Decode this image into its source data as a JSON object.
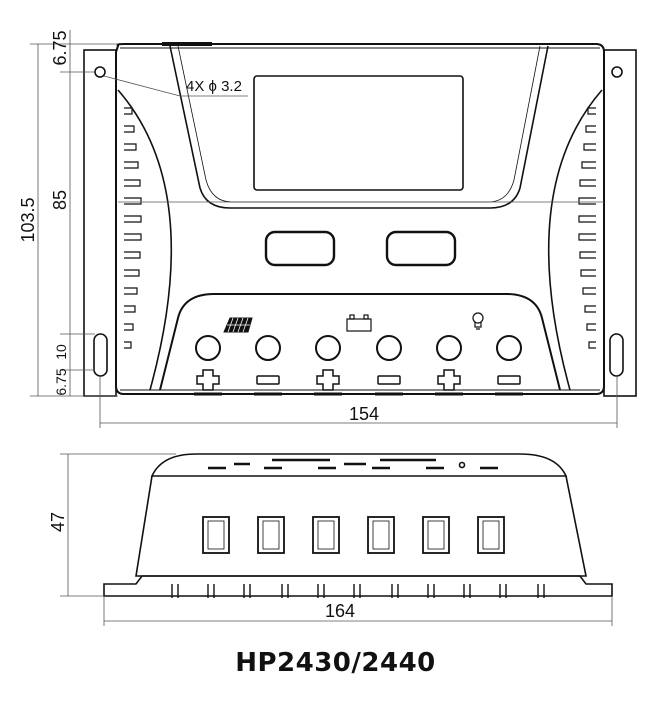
{
  "model_label": "HP2430/2440",
  "front_view": {
    "dimensions": {
      "overall_height": "103.5",
      "hole_spacing": "85",
      "top_offset": "6.75",
      "bottom_offset": "6.75",
      "slot_height": "10",
      "width": "154"
    },
    "hole_callout": "4X ϕ 3.2",
    "terminal_group_icons": [
      "solar-panel-icon",
      "battery-icon",
      "lightbulb-icon"
    ],
    "terminal_polarity": [
      "+",
      "−",
      "+",
      "−",
      "+",
      "−"
    ]
  },
  "side_view": {
    "dimensions": {
      "height": "47",
      "width": "164"
    },
    "window_count": 6
  },
  "colors": {
    "line": "#111111",
    "thin_line": "#555555"
  }
}
